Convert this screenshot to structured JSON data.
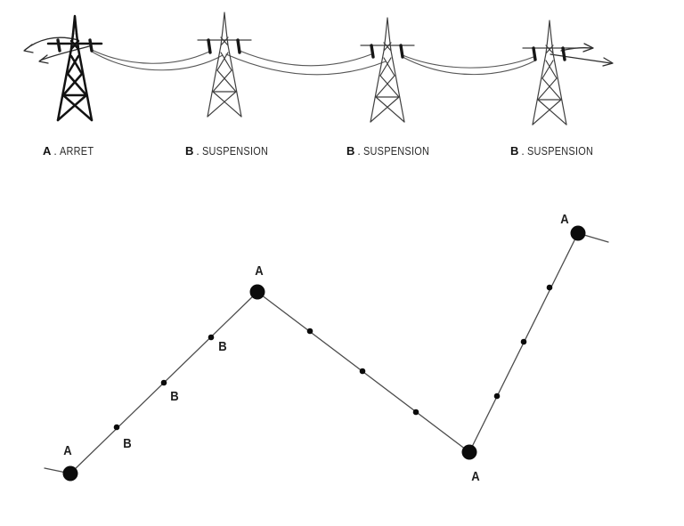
{
  "figure": {
    "kind": "transmission-line-diagram",
    "pylon_captions": [
      {
        "letter": "A",
        "separator": ".",
        "name": "ARRET"
      },
      {
        "letter": "B",
        "separator": ".",
        "name": "SUSPENSION"
      },
      {
        "letter": "B",
        "separator": ".",
        "name": "SUSPENSION"
      },
      {
        "letter": "B",
        "separator": ".",
        "name": "SUSPENSION"
      }
    ],
    "plan_view": {
      "point_labels": {
        "anchors": [
          "A",
          "A",
          "A",
          "A"
        ],
        "suspensions": [
          "B",
          "B",
          "B"
        ]
      },
      "anchor_point_count": 4,
      "small_support_dot_count": 9,
      "labeled_suspension_dot_count": 3
    },
    "colors": {
      "ink": "#161616",
      "sketch_line": "#565656",
      "route_line": "#4c4c4c",
      "background": "#ffffff"
    }
  }
}
